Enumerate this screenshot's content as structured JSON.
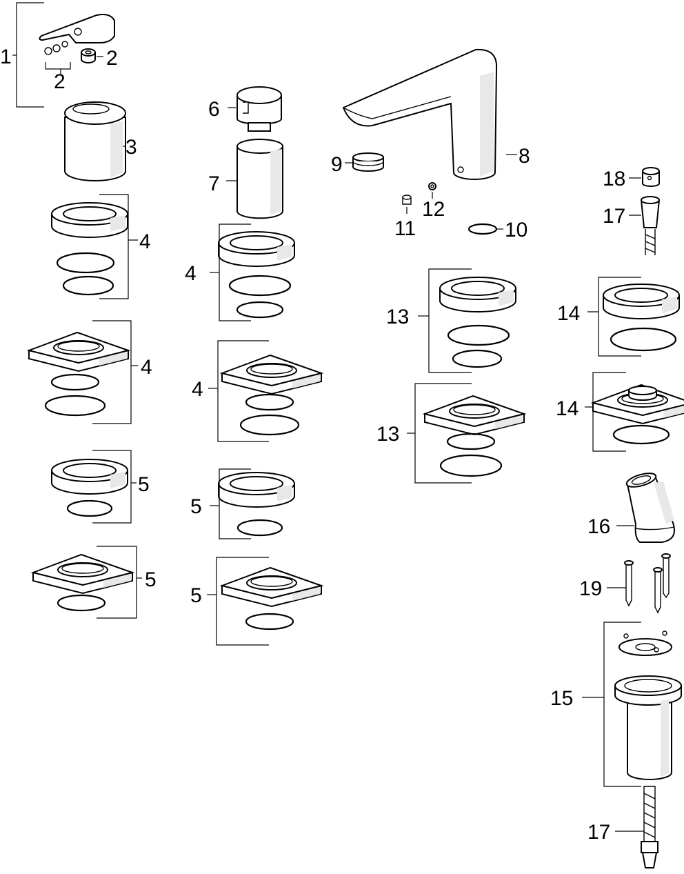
{
  "diagram": {
    "callouts": [
      {
        "id": "c1",
        "text": "1"
      },
      {
        "id": "c2a",
        "text": "2"
      },
      {
        "id": "c2b",
        "text": "2"
      },
      {
        "id": "c3",
        "text": "3"
      },
      {
        "id": "c4a",
        "text": "4"
      },
      {
        "id": "c4b",
        "text": "4"
      },
      {
        "id": "c4c",
        "text": "4"
      },
      {
        "id": "c4d",
        "text": "4"
      },
      {
        "id": "c5a",
        "text": "5"
      },
      {
        "id": "c5b",
        "text": "5"
      },
      {
        "id": "c5c",
        "text": "5"
      },
      {
        "id": "c5d",
        "text": "5"
      },
      {
        "id": "c6",
        "text": "6"
      },
      {
        "id": "c7",
        "text": "7"
      },
      {
        "id": "c8",
        "text": "8"
      },
      {
        "id": "c9",
        "text": "9"
      },
      {
        "id": "c10",
        "text": "10"
      },
      {
        "id": "c11",
        "text": "11"
      },
      {
        "id": "c12",
        "text": "12"
      },
      {
        "id": "c13a",
        "text": "13"
      },
      {
        "id": "c13b",
        "text": "13"
      },
      {
        "id": "c14a",
        "text": "14"
      },
      {
        "id": "c14b",
        "text": "14"
      },
      {
        "id": "c15",
        "text": "15"
      },
      {
        "id": "c16",
        "text": "16"
      },
      {
        "id": "c17a",
        "text": "17"
      },
      {
        "id": "c17b",
        "text": "17"
      },
      {
        "id": "c18",
        "text": "18"
      },
      {
        "id": "c19",
        "text": "19"
      }
    ]
  }
}
